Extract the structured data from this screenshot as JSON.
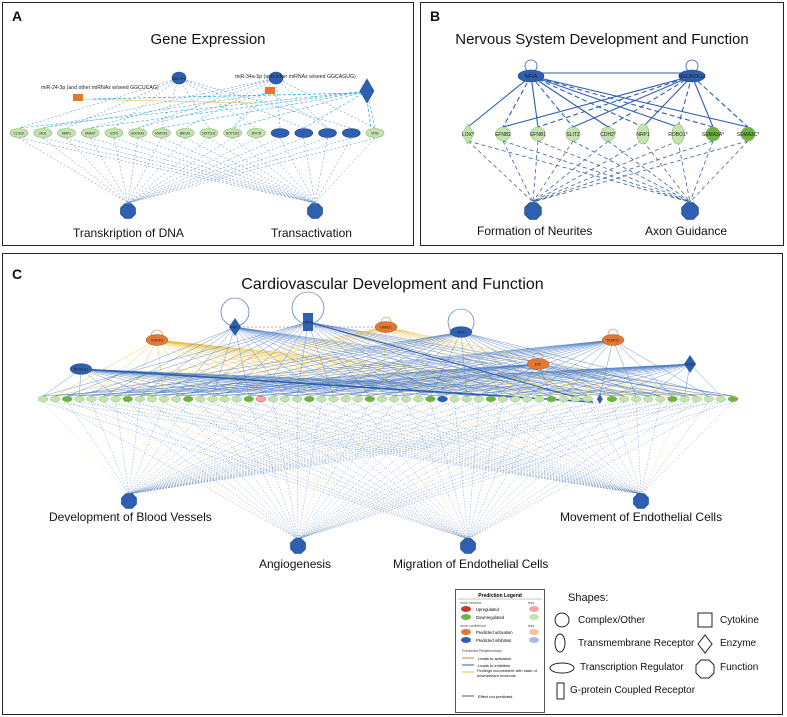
{
  "panelA": {
    "letter": "A",
    "title": "Gene Expression",
    "functions": [
      "Transkription of DNA",
      "Transactivation"
    ],
    "mirnas": [
      "miR-24-3p (and other miRNAs w/seed GGCUCAG)",
      "miR-34a-5p (and other miRNAs w/seed GGCAGUG)"
    ],
    "top_nodes": [
      "MECP1",
      "MECP2"
    ],
    "genes": [
      "CLOCK",
      "JAG1",
      "MMP1",
      "SMAD7",
      "E2F5",
      "ADORA2",
      "MAP2K1",
      "BRCA1",
      "NOTCH2",
      "NOTCH3",
      "MYCN",
      "",
      "",
      "",
      "",
      "MYB"
    ]
  },
  "panelB": {
    "letter": "B",
    "title": "Nervous System Development and Function",
    "hubs": [
      "NFIA",
      "NEUROG3"
    ],
    "genes": [
      "LOX*",
      "EFNB2",
      "EFNB1",
      "SLIT2",
      "CDH2*",
      "NRP1",
      "ROBO1*",
      "SEMA3A*",
      "SEMA3C*"
    ],
    "functions": [
      "Formation of Neurites",
      "Axon Guidance"
    ]
  },
  "panelC": {
    "letter": "C",
    "title": "Cardiovascular Development and Function",
    "hubs": [
      "NOTCH1",
      "RUNX3",
      "MIR17",
      "MIR18",
      "HAND1",
      "MYB",
      "E2F",
      "TEAP2C",
      "TEAD2"
    ],
    "functions": [
      "Development of Blood Vessels",
      "Angiogenesis",
      "Migration of Endothelial Cells",
      "Movement of Endothelial Cells"
    ]
  },
  "legend": {
    "title": "Prediction Legend",
    "more_extreme": "more extreme",
    "less": "less",
    "upregulated": "Upregulated",
    "downregulated": "Downregulated",
    "more_confidence": "more confidence",
    "less2": "less",
    "predicted_activation": "Predicted activation",
    "predicted_inhibition": "Predicted inhibition",
    "relationships": "Predicted Relationships",
    "leads_activation": "Leads to activation",
    "leads_inhibition": "Leads to inhibition",
    "inconsistent": "Findings inconsistent with state of downstream molecule",
    "not_predicted": "Effect not predicted",
    "colors": {
      "up": "#d9302b",
      "down": "#6cb33f",
      "up_light": "#f2a6a0",
      "down_light": "#c5e3b0",
      "act": "#e6772e",
      "inh": "#2f5fb0",
      "act_light": "#f5c39d",
      "inh_light": "#a9bde3",
      "yellow": "#f2c12e",
      "grey": "#555555"
    }
  },
  "shapes": {
    "title": "Shapes:",
    "complex": "Complex/Other",
    "cytokine": "Cytokine",
    "transmembrane": "Transmembrane Receptor",
    "enzyme": "Enzyme",
    "transcription": "Transcription Regulator",
    "function": "Function",
    "gpcr": "G-protein Coupled Receptor"
  }
}
